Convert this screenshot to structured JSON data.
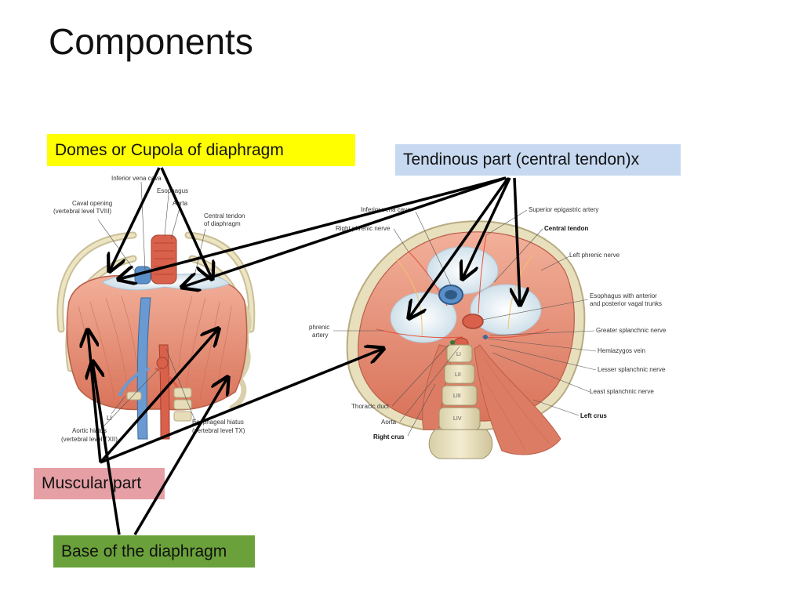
{
  "slide": {
    "title": "Components"
  },
  "labels": {
    "domes": "Domes or Cupola of diaphragm",
    "tendinous": "Tendinous part (central tendon)x",
    "muscular": "Muscular part",
    "base": "Base of the diaphragm"
  },
  "left_figure": {
    "inferior_vena_cava": "Inferior vena cava",
    "esophagus": "Esophagus",
    "aorta": "Aorta",
    "caval_opening_1": "Caval opening",
    "caval_opening_2": "(vertebral level TVIII)",
    "central_tendon_1": "Central tendon",
    "central_tendon_2": "of diaphragm",
    "li": "LI",
    "aortic_hiatus_1": "Aortic hiatus",
    "aortic_hiatus_2": "(vertebral level TXII)",
    "esophageal_hiatus_1": "Esophageal hiatus",
    "esophageal_hiatus_2": "(vertebral level TX)"
  },
  "right_figure": {
    "inferior_vena_cava": "Inferior vena cava",
    "superior_epigastric_artery": "Superior epigastric artery",
    "right_phrenic_nerve": "Right phrenic nerve",
    "central_tendon": "Central tendon",
    "left_phrenic_nerve": "Left phrenic nerve",
    "esophagus_vagal_1": "Esophagus with anterior",
    "esophagus_vagal_2": "and posterior vagal trunks",
    "phrenic_artery_1": "phrenic",
    "phrenic_artery_2": "artery",
    "greater_splanchnic": "Greater splanchnic nerve",
    "hemiazygos": "Hemiazygos vein",
    "lesser_splanchnic": "Lesser splanchnic nerve",
    "least_splanchnic": "Least splanchnic nerve",
    "thoracic_duct": "Thoracic duct",
    "aorta": "Aorta",
    "right_crus": "Right crus",
    "left_crus": "Left crus",
    "li": "LI",
    "lii": "LII",
    "liii": "LIII",
    "liv": "LIV"
  },
  "colors": {
    "domes_box": "#ffff00",
    "tendon_box": "#c6d9f0",
    "muscular_box": "#e6a0a5",
    "base_box": "#6aa13a",
    "muscle": "#e08a72",
    "tendon": "#dde9f0",
    "arrow": "#000000"
  }
}
